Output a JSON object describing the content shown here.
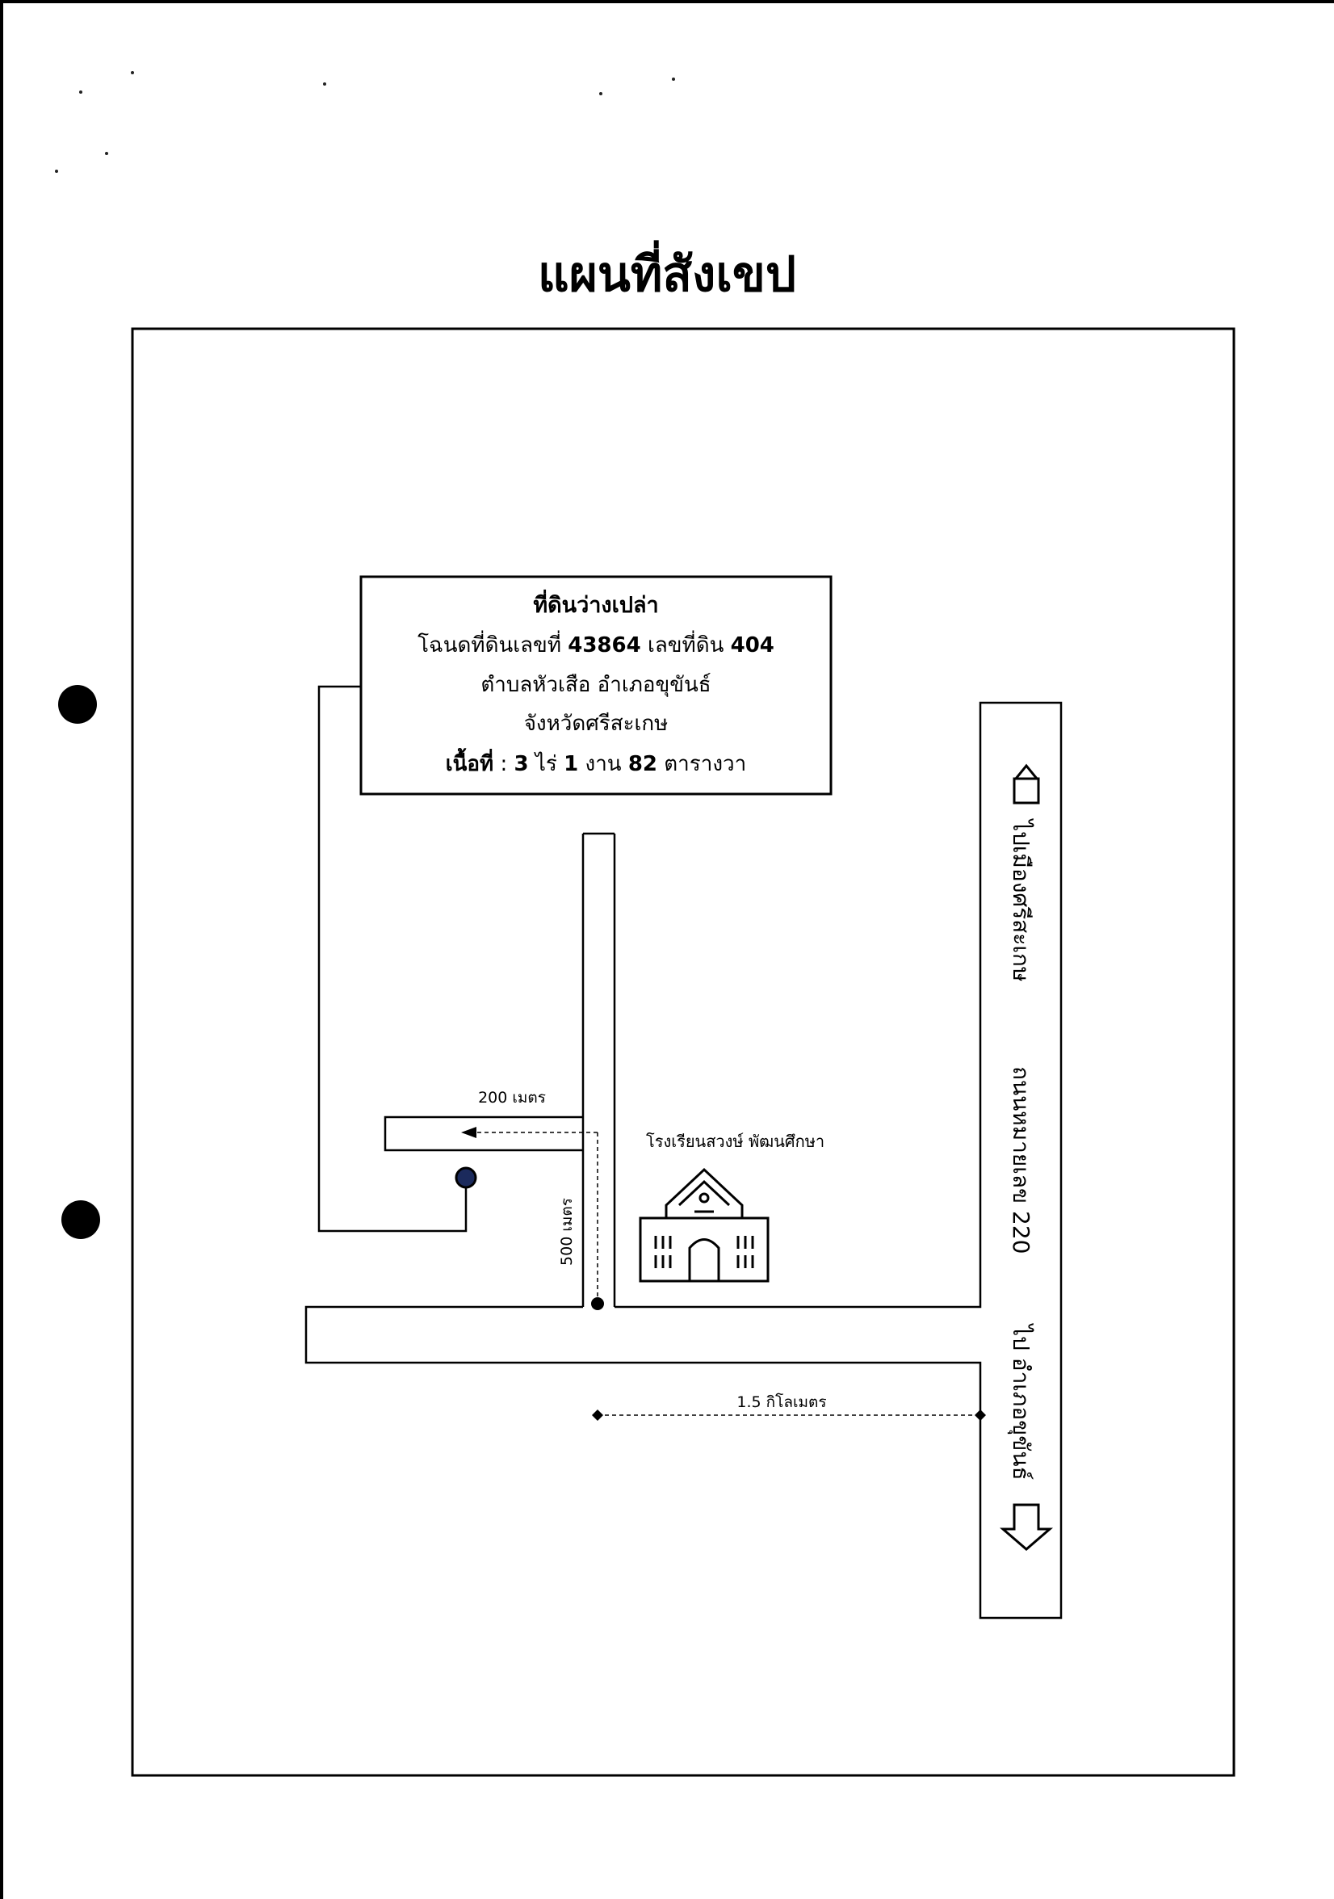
{
  "title": "แผนที่สังเขป",
  "parcel_box": {
    "line1": "ที่ดินว่างเปล่า",
    "line2_prefix": "โฉนดที่ดินเลขที่",
    "deed_no": "43864",
    "line2_mid": "เลขที่ดิน",
    "land_no": "404",
    "line3": "ตำบลหัวเสือ อำเภอขุขันธ์",
    "line4": "จังหวัดศรีสะเกษ",
    "area_label": "เนื้อที่",
    "area_sep": ":",
    "rai": "3",
    "rai_unit": "ไร่",
    "ngan": "1",
    "ngan_unit": "งาน",
    "wa": "82",
    "wa_unit": "ตารางวา"
  },
  "school_label": "โรงเรียนสวงษ์ พัฒนศึกษา",
  "distances": {
    "d200": "200 เมตร",
    "d500": "500 เมตร",
    "d1500": "1.5 กิโลเมตร"
  },
  "highway": {
    "to_north": "ไปเมืองศรีสะเกษ",
    "road_name": "ถนนหมายเลข 220",
    "to_south": "ไป อำเภอขุขันธ์"
  },
  "icons": {
    "school": "school-building-icon",
    "north_arrow": "up-arrow-icon",
    "south_arrow": "down-arrow-icon",
    "parcel_marker": "location-dot-icon"
  }
}
